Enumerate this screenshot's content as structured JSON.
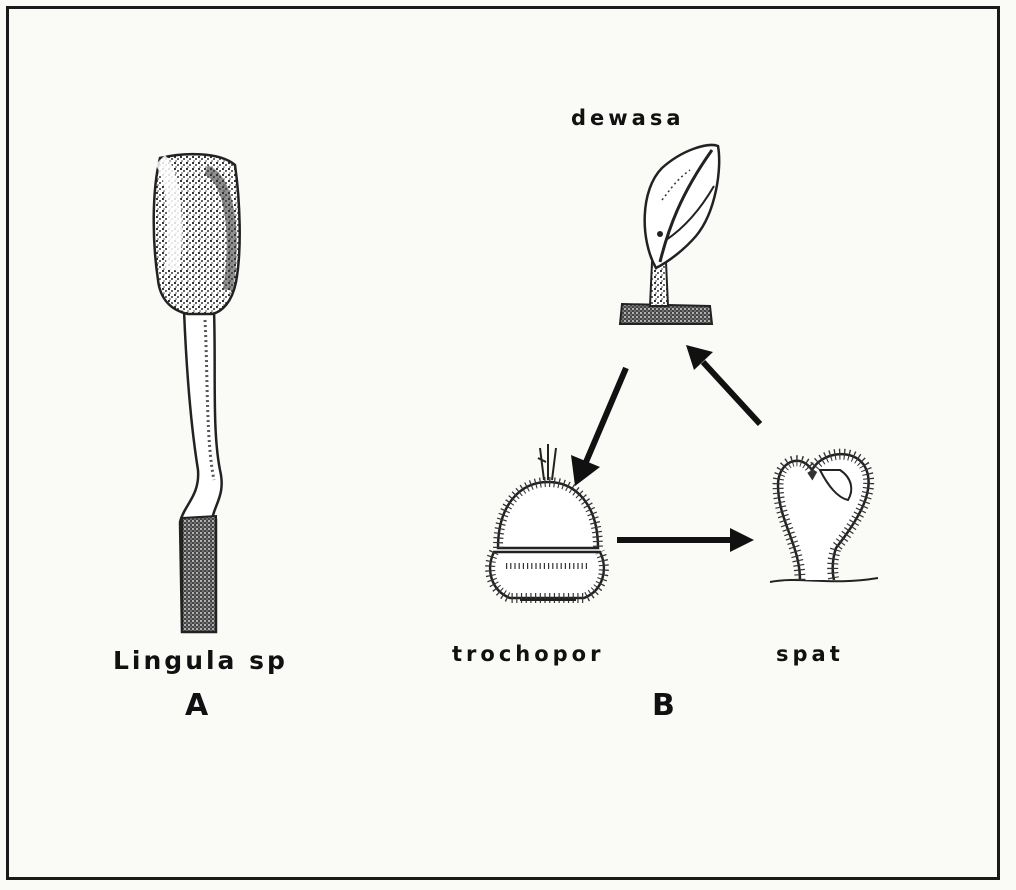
{
  "figure": {
    "panel_a": {
      "letter": "A",
      "species_label": "Lingula sp"
    },
    "panel_b": {
      "letter": "B",
      "stages": {
        "adult": "dewasa",
        "larva": "trochopor",
        "juvenile": "spat"
      }
    }
  }
}
